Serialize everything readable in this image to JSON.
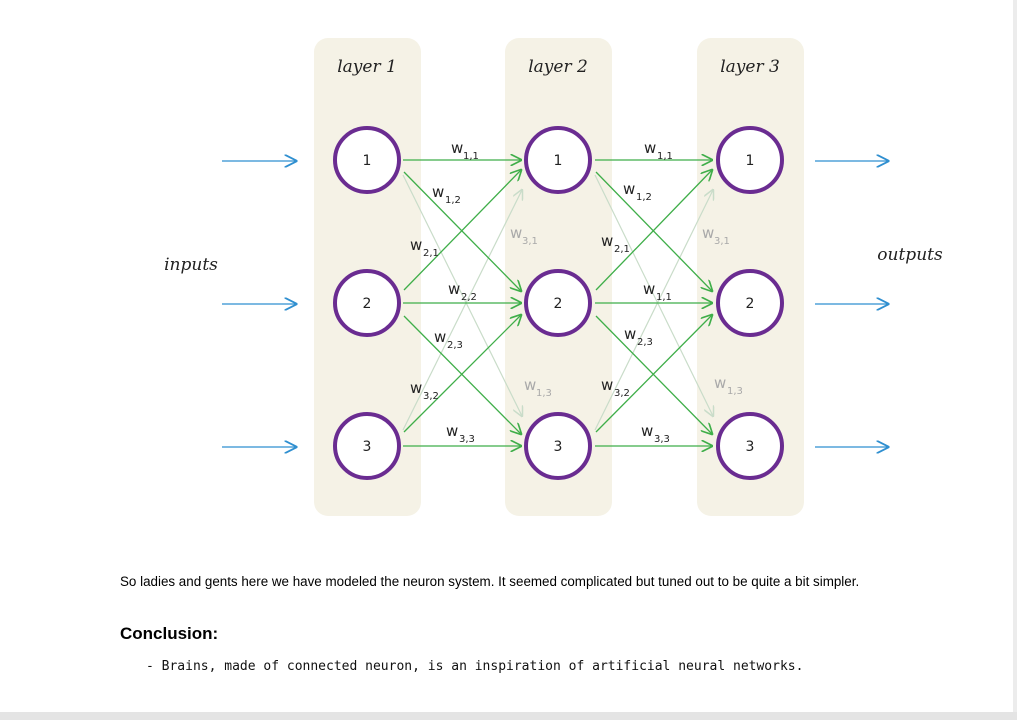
{
  "diagram": {
    "layers": [
      {
        "title": "layer 1",
        "nodes": [
          "1",
          "2",
          "3"
        ]
      },
      {
        "title": "layer 2",
        "nodes": [
          "1",
          "2",
          "3"
        ]
      },
      {
        "title": "layer 3",
        "nodes": [
          "1",
          "2",
          "3"
        ]
      }
    ],
    "inputs_label": "inputs",
    "outputs_label": "outputs",
    "weights_1_2": [
      {
        "main": "w",
        "sub": "1,1"
      },
      {
        "main": "w",
        "sub": "1,2"
      },
      {
        "main": "w",
        "sub": "2,1"
      },
      {
        "main": "w",
        "sub": "3,1"
      },
      {
        "main": "w",
        "sub": "2,2"
      },
      {
        "main": "w",
        "sub": "2,3"
      },
      {
        "main": "w",
        "sub": "3,2"
      },
      {
        "main": "w",
        "sub": "1,3"
      },
      {
        "main": "w",
        "sub": "3,3"
      }
    ],
    "weights_2_3": [
      {
        "main": "w",
        "sub": "1,1"
      },
      {
        "main": "w",
        "sub": "1,2"
      },
      {
        "main": "w",
        "sub": "2,1"
      },
      {
        "main": "w",
        "sub": "3,1"
      },
      {
        "main": "w",
        "sub": "1,1"
      },
      {
        "main": "w",
        "sub": "2,3"
      },
      {
        "main": "w",
        "sub": "3,2"
      },
      {
        "main": "w",
        "sub": "1,3"
      },
      {
        "main": "w",
        "sub": "3,3"
      }
    ],
    "colors": {
      "layer_panel": "#f5f2e6",
      "node_ring": "#6a2c91",
      "connection": "#3fae49",
      "connection_faint": "#c9dcc9",
      "io_arrow": "#2f8fd0"
    }
  },
  "text": {
    "paragraph": "So ladies and gents here we have modeled the neuron system. It seemed complicated but tuned out to be quite a bit simpler.",
    "conclusion_heading": "Conclusion:",
    "bullet": "- Brains, made of connected neuron, is an inspiration of artificial neural networks."
  }
}
